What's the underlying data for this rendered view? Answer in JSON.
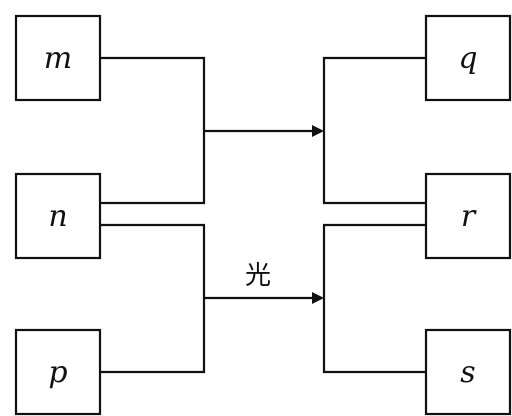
{
  "nodes": {
    "m": "m",
    "n": "n",
    "p": "p",
    "q": "q",
    "r": "r",
    "s": "s"
  },
  "edge_labels": {
    "lower_reaction": "光"
  },
  "edges": [
    {
      "inputs": [
        "m",
        "n"
      ],
      "outputs": [
        "q",
        "r"
      ],
      "label": ""
    },
    {
      "inputs": [
        "n",
        "p"
      ],
      "outputs": [
        "r",
        "s"
      ],
      "label": "光"
    }
  ]
}
